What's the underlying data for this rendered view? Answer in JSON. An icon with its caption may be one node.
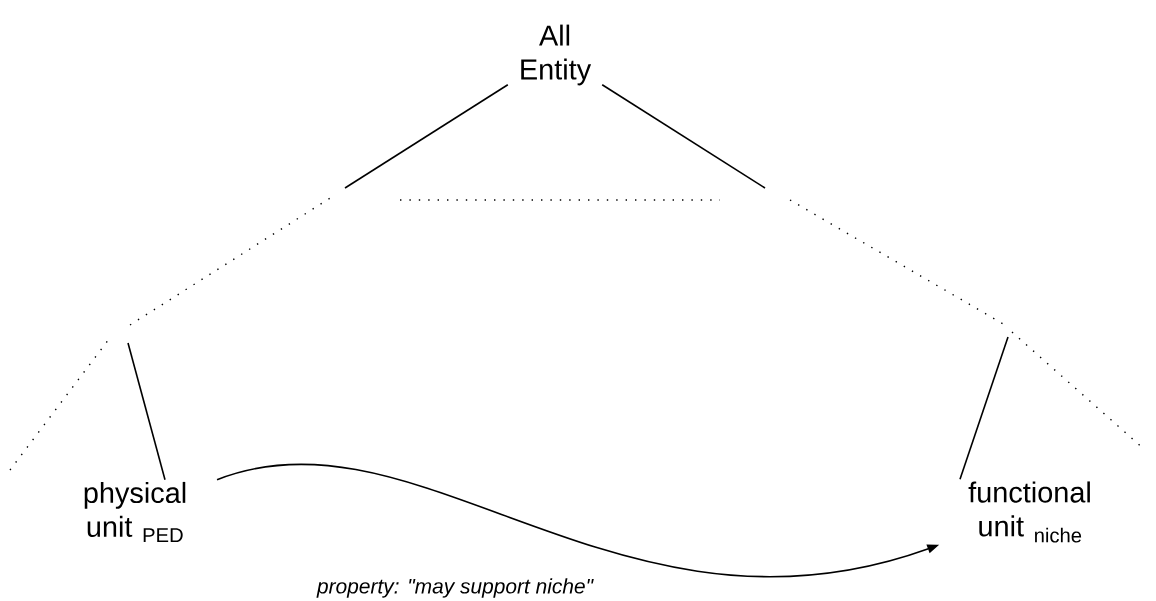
{
  "diagram": {
    "nodes": [
      {
        "text": [
          "All Entity"
        ]
      },
      {
        "text": [
          "physical unit $_{PED}$"
        ]
      },
      {
        "text": [
          "functional unit $_{niche}$"
        ]
      }
    ],
    "edges": [
      {
        "from": 0,
        "to": null,
        "arrow": "none"
      },
      {
        "from": 0,
        "to": null,
        "arrow": "none"
      },
      {
        "from": null,
        "to": 1,
        "arrow": "none"
      },
      {
        "from": null,
        "to": 2,
        "arrow": "none"
      },
      {
        "from": 1,
        "to": 2,
        "arrow": "to",
        "label": "property: \"may support niche\""
      }
    ]
  }
}
